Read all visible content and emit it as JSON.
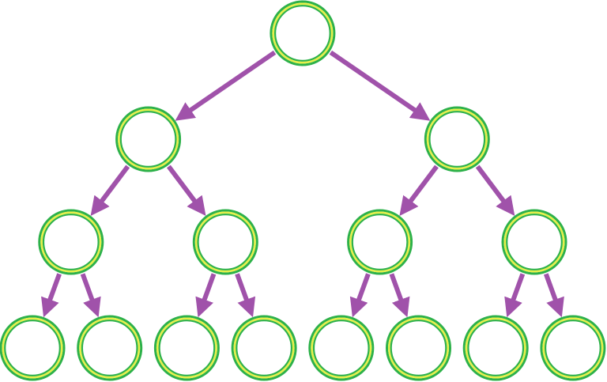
{
  "diagram": {
    "type": "binary-tree",
    "levels": 4,
    "node_count": 15,
    "edge_count": 14,
    "colors": {
      "background": "#ffffff",
      "node_ring_outer": "#2db14a",
      "node_ring_middle": "#e6f04a",
      "node_ring_inner": "#2db14a",
      "node_fill": "#ffffff",
      "arrow": "#a052aa"
    },
    "node_labels": [],
    "icons": {
      "node": "circle-node-icon",
      "edge": "arrow-icon"
    }
  }
}
